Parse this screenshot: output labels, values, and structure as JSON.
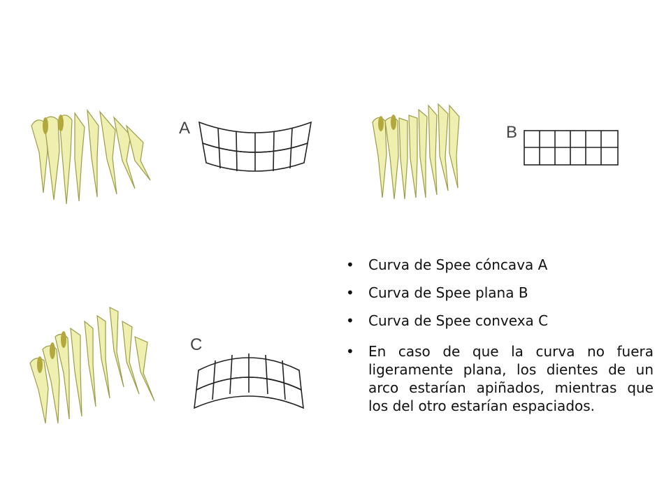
{
  "figures": {
    "label_a": "A",
    "label_b": "B",
    "label_c": "C"
  },
  "bullets": [
    "Curva de Spee cóncava   A",
    "Curva de Spee plana      B",
    "Curva de Spee convexa  C",
    "En caso de que la curva no fuera ligeramente plana, los dientes de un arco estarían apiñados, mientras que los del otro estarían espaciados."
  ],
  "colors": {
    "tooth_fill": "#efefb0",
    "tooth_stroke": "#9c9c4a",
    "grid_stroke": "#222222"
  }
}
